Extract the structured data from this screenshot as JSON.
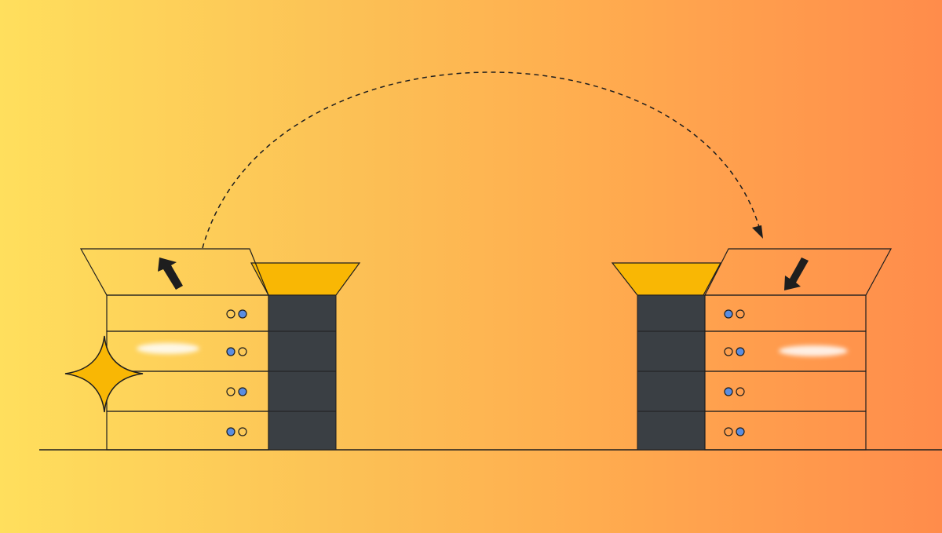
{
  "scene": {
    "colors": {
      "background_left": "#ffdf5d",
      "background_right": "#ff8c4b",
      "box_outline": "#1e1e1e",
      "server_column": "#3a3f44",
      "server_top_fill": "#f9b704",
      "led_blue": "#5b8de0",
      "spark": "#f9b704"
    },
    "elements": {
      "source_server": {
        "drive_count": 4,
        "box_flap_icon": "arrow-up-left-icon"
      },
      "target_server": {
        "drive_count": 4,
        "box_flap_icon": "arrow-down-left-icon"
      },
      "transfer_arc": {
        "style": "dashed",
        "direction": "left-to-right"
      },
      "sparkle": {
        "icon": "sparkle-icon"
      }
    }
  }
}
